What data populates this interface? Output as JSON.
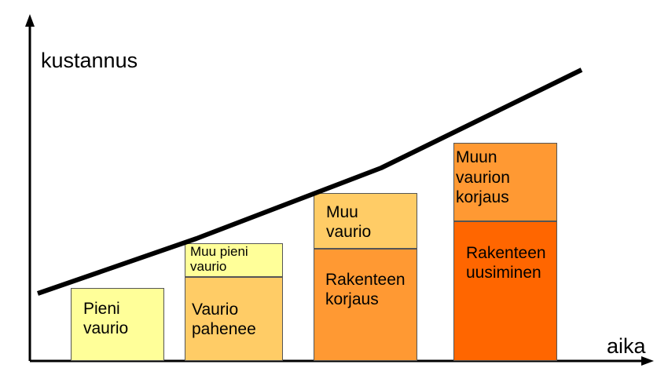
{
  "axes": {
    "y_label": "kustannus",
    "x_label": "aika"
  },
  "columns": [
    {
      "id": "col1",
      "segments": [
        {
          "text": "Pieni\nvaurio",
          "color": "#FFFF99"
        }
      ]
    },
    {
      "id": "col2",
      "segments": [
        {
          "text": "Muu pieni\nvaurio",
          "color": "#FFFF99"
        },
        {
          "text": "Vaurio\npahenee",
          "color": "#FFCC66"
        }
      ]
    },
    {
      "id": "col3",
      "segments": [
        {
          "text": "Muu\nvaurio",
          "color": "#FFCC66"
        },
        {
          "text": "Rakenteen\nkorjaus",
          "color": "#FF9933"
        }
      ]
    },
    {
      "id": "col4",
      "segments": [
        {
          "text": "Muun\nvaurion\nkorjaus",
          "color": "#FF9933"
        },
        {
          "text": "Rakenteen\nuusiminen",
          "color": "#FF6600"
        }
      ]
    }
  ],
  "colors": {
    "axis": "#000000",
    "curve": "#000000",
    "box_border": "#555555"
  }
}
